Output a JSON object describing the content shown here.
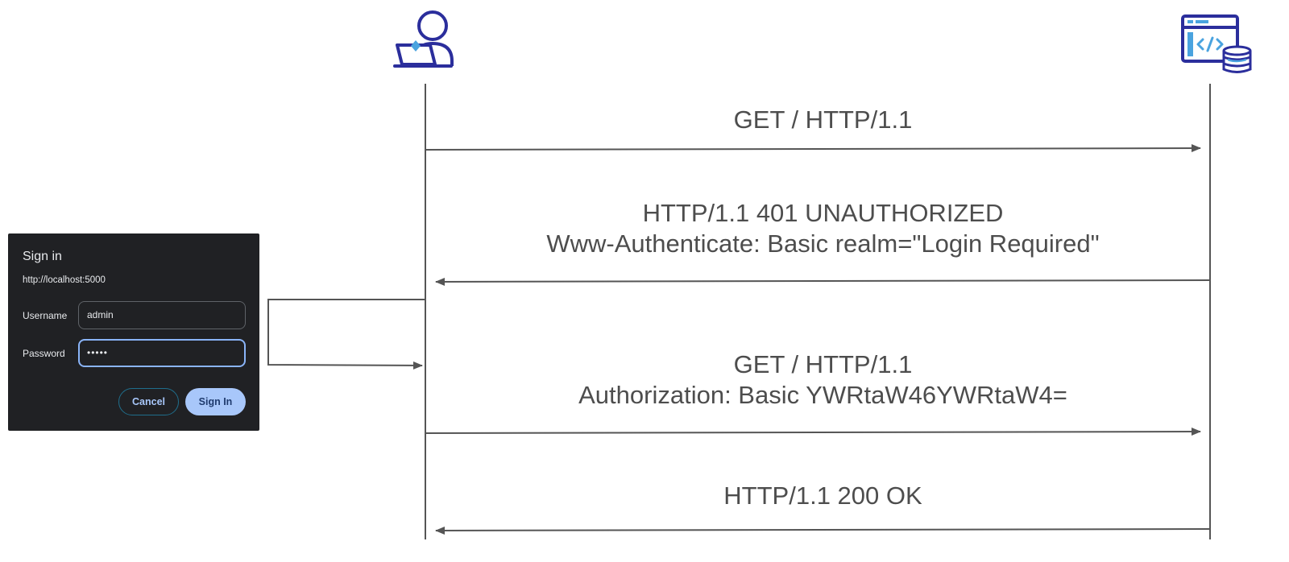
{
  "dialog": {
    "title": "Sign in",
    "url": "http://localhost:5000",
    "username_label": "Username",
    "username_value": "admin",
    "password_label": "Password",
    "password_value": "•••••",
    "cancel_label": "Cancel",
    "signin_label": "Sign In"
  },
  "actors": {
    "client_icon": "user-laptop-icon",
    "server_icon": "web-server-database-icon"
  },
  "messages": [
    {
      "lines": [
        "GET / HTTP/1.1"
      ],
      "direction": "client-to-server"
    },
    {
      "lines": [
        "HTTP/1.1 401 UNAUTHORIZED",
        "Www-Authenticate: Basic realm=\"Login Required\""
      ],
      "direction": "server-to-client"
    },
    {
      "lines": [
        "GET / HTTP/1.1",
        "Authorization: Basic YWRtaW46YWRtaW4="
      ],
      "direction": "client-to-server"
    },
    {
      "lines": [
        "HTTP/1.1 200 OK"
      ],
      "direction": "server-to-client"
    }
  ],
  "colors": {
    "line": "#555555",
    "icon_navy": "#2b2e9c",
    "icon_accent": "#4aa3df",
    "dialog_bg": "#202124",
    "focus_blue": "#8ab4f8"
  }
}
